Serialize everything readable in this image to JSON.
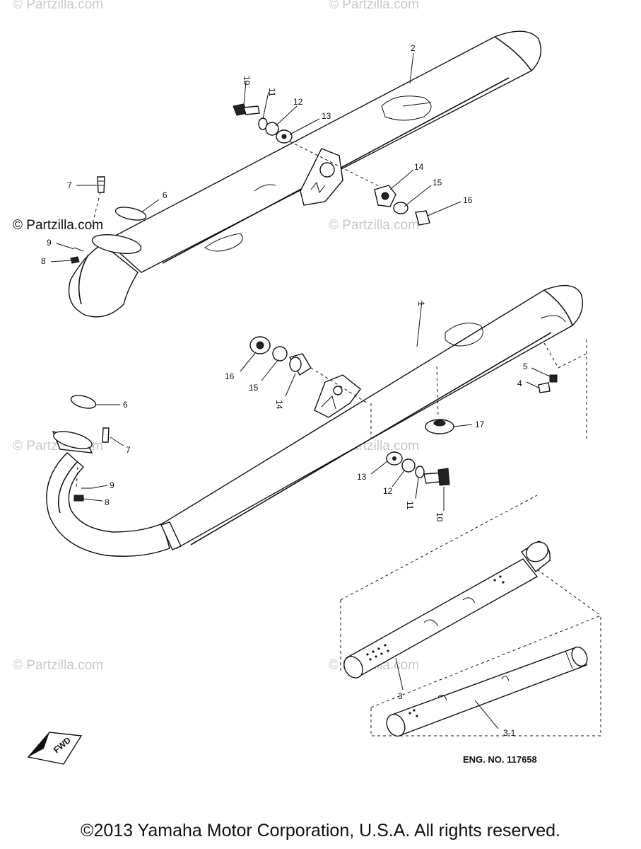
{
  "watermarks": {
    "top_left": "© Partzilla.com",
    "top_right": "© Partzilla.com",
    "mid_left": "© Partzilla.com",
    "mid_right": "© Partzilla.com",
    "low_left": "© Partzilla.com",
    "low_right": "© Partzilla.com",
    "bottom_left": "© Partzilla.com",
    "bottom_right": "© Partzilla.com"
  },
  "callouts": {
    "upper": {
      "p2": "2",
      "p10": "10",
      "p11": "11",
      "p12": "12",
      "p13": "13",
      "p14": "14",
      "p15": "15",
      "p16": "16",
      "p7": "7",
      "p6": "6",
      "p9": "9",
      "p8": "8"
    },
    "lower": {
      "p1": "1",
      "p16": "16",
      "p15": "15",
      "p14": "14",
      "p5": "5",
      "p4": "4",
      "p6": "6",
      "p7": "7",
      "p17": "17",
      "p13": "13",
      "p12": "12",
      "p11": "11",
      "p10": "10",
      "p9": "9",
      "p8": "8"
    },
    "baffles": {
      "p3": "3",
      "p3_1": "3-1"
    }
  },
  "engine_note": "ENG. NO. 117658",
  "front_mark": "FWD",
  "copyright": "©2013 Yamaha Motor Corporation, U.S.A. All rights reserved."
}
